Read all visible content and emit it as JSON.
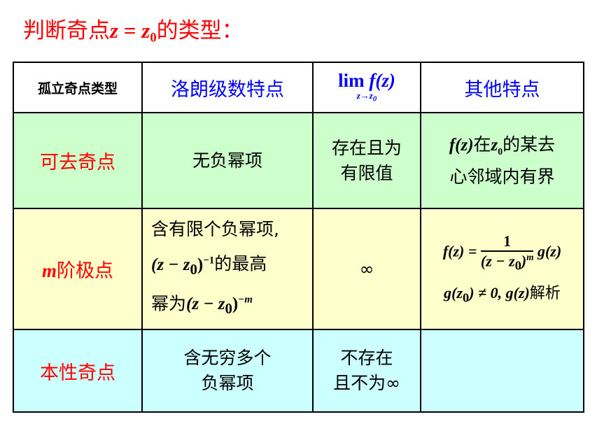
{
  "title": {
    "prefix": "判断奇点",
    "math_lhs": "z",
    "math_eq": " = ",
    "math_rhs": "z",
    "math_rhs_sub": "0",
    "suffix": "的类型："
  },
  "table": {
    "headers": {
      "type": "孤立奇点类型",
      "laurent": "洛朗级数特点",
      "limit_top": "lim",
      "limit_func": "f(z)",
      "limit_bottom": "z→z",
      "limit_bottom_sub": "0",
      "other": "其他特点"
    },
    "rows": [
      {
        "type": "可去奇点",
        "laurent": "无负幂项",
        "limit_line1": "存在且为",
        "limit_line2": "有限值",
        "other_func": "f(z)",
        "other_text1": "在",
        "other_z": "z",
        "other_z_sub": "0",
        "other_text2": "的某去",
        "other_line2": "心邻域内有界"
      },
      {
        "type_m": "m",
        "type": "阶极点",
        "laurent_line1": "含有限个负幂项,",
        "laurent_line2_math": "(z − z",
        "laurent_line2_sub": "0",
        "laurent_line2_close": ")",
        "laurent_line2_sup": "−1",
        "laurent_line2_text": "的最高",
        "laurent_line3_text": "幂为",
        "laurent_line3_math": "(z − z",
        "laurent_line3_sub": "0",
        "laurent_line3_close": ")",
        "laurent_line3_sup": "−m",
        "limit": "∞",
        "other_lhs": "f(z) =",
        "other_num": "1",
        "other_den": "(z − z",
        "other_den_sub": "0",
        "other_den_close": ")",
        "other_den_sup": "m",
        "other_rhs": "g(z)",
        "other_line2_a": "g(z",
        "other_line2_a_sub": "0",
        "other_line2_b": ") ≠ 0,   g(z)",
        "other_line2_text": "解析"
      },
      {
        "type": "本性奇点",
        "laurent_line1": "含无穷多个",
        "laurent_line2": "负幂项",
        "limit_line1": "不存在",
        "limit_line2": "且不为∞",
        "other": ""
      }
    ]
  },
  "colors": {
    "title": "#ff0000",
    "header_blue": "#0000ff",
    "row1_bg": "#ccffcc",
    "row2_bg": "#ffffcc",
    "row3_bg": "#ccffff"
  }
}
